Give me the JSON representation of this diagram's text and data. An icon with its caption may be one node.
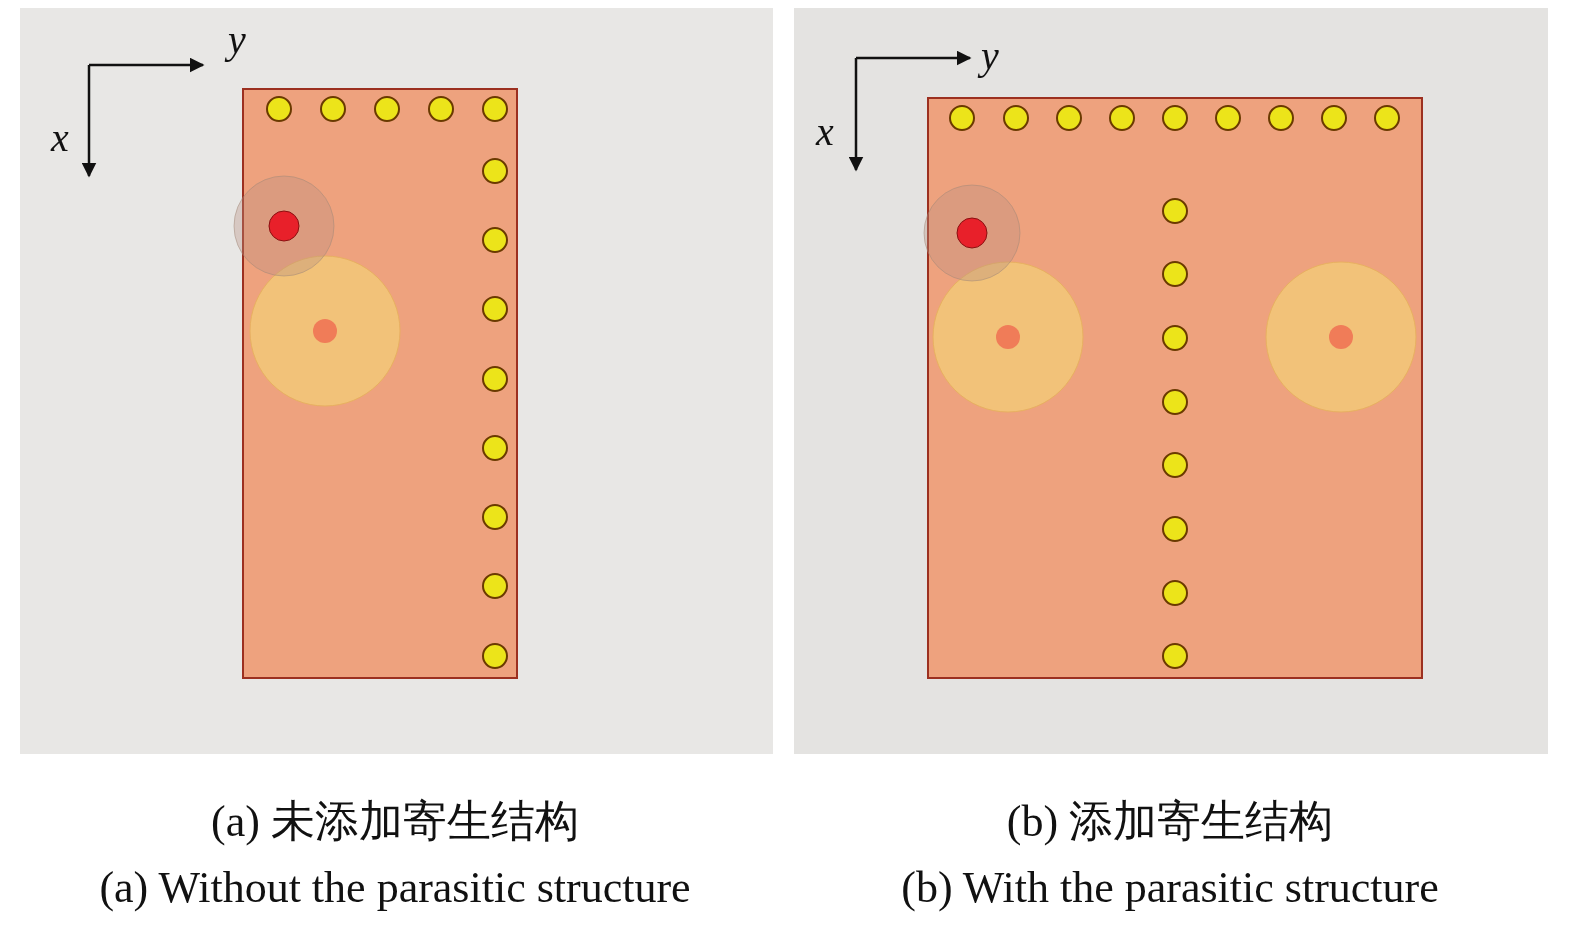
{
  "diagram": {
    "labels": [
      "y",
      "x",
      "y",
      "x",
      "(a) 未添加寄生结构",
      "(a) Without the parasitic structure",
      "(b) 添加寄生结构",
      "(b) With the parasitic structure"
    ]
  }
}
